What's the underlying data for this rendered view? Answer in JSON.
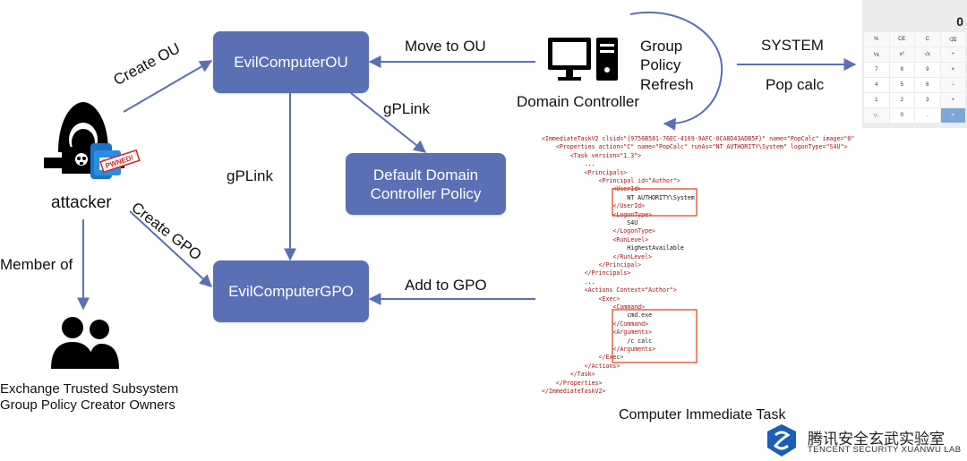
{
  "nodes": {
    "ou": "EvilComputerOU",
    "gpo": "EvilComputerGPO",
    "ddcp_line1": "Default Domain",
    "ddcp_line2": "Controller Policy"
  },
  "labels": {
    "attacker": "attacker",
    "create_ou": "Create OU",
    "create_gpo": "Create GPO",
    "member_of": "Member of",
    "move_to_ou": "Move to OU",
    "gplink_1": "gPLink",
    "gplink_2": "gPLink",
    "add_to_gpo": "Add to GPO",
    "domain_controller": "Domain Controller",
    "gpr_1": "Group",
    "gpr_2": "Policy",
    "gpr_3": "Refresh",
    "system": "SYSTEM",
    "pop_calc": "Pop calc",
    "groups_1": "Exchange Trusted Subsystem",
    "groups_2": "Group Policy Creator Owners",
    "computer_task": "Computer Immediate Task"
  },
  "xml_lines": [
    "<ImmediateTaskV2 clsid=\"{9756B581-76EC-4169-9AFC-0CA8D43ADB5F}\" name=\"PopCalc\" image=\"0\"",
    "    <Properties action=\"C\" name=\"PopCalc\" runAs=\"NT AUTHORITY\\System\" logonType=\"S4U\">",
    "        <Task version=\"1.3\">",
    "            ...",
    "            <Principals>",
    "                <Principal id=\"Author\">",
    "                    <UserId>",
    "                        NT AUTHORITY\\System",
    "                    </UserId>",
    "                    <LogonType>",
    "                        S4U",
    "                    </LogonType>",
    "                    <RunLevel>",
    "                        HighestAvailable",
    "                    </RunLevel>",
    "                </Principal>",
    "            </Principals>",
    "            ...",
    "            <Actions Context=\"Author\">",
    "                <Exec>",
    "                    <Command>",
    "                        cmd.exe",
    "                    </Command>",
    "                    <Arguments>",
    "                        /c calc",
    "                    </Arguments>",
    "                </Exec>",
    "            </Actions>",
    "        </Task>",
    "    </Properties>",
    "</ImmediateTaskV2>"
  ],
  "calculator": {
    "display": "0",
    "keys": [
      "%",
      "CE",
      "C",
      "⌫",
      "⅟x",
      "x²",
      "√x",
      "÷",
      "7",
      "8",
      "9",
      "×",
      "4",
      "5",
      "6",
      "−",
      "1",
      "2",
      "3",
      "+",
      "⁺∕₋",
      "0",
      ".",
      "="
    ]
  },
  "logo": {
    "cn": "腾讯安全玄武实验室",
    "en": "TENCENT SECURITY XUANWU LAB"
  },
  "colors": {
    "node_fill": "#5b6fb5",
    "arrow": "#5b6fb5",
    "highlight": "#e04a2a"
  }
}
